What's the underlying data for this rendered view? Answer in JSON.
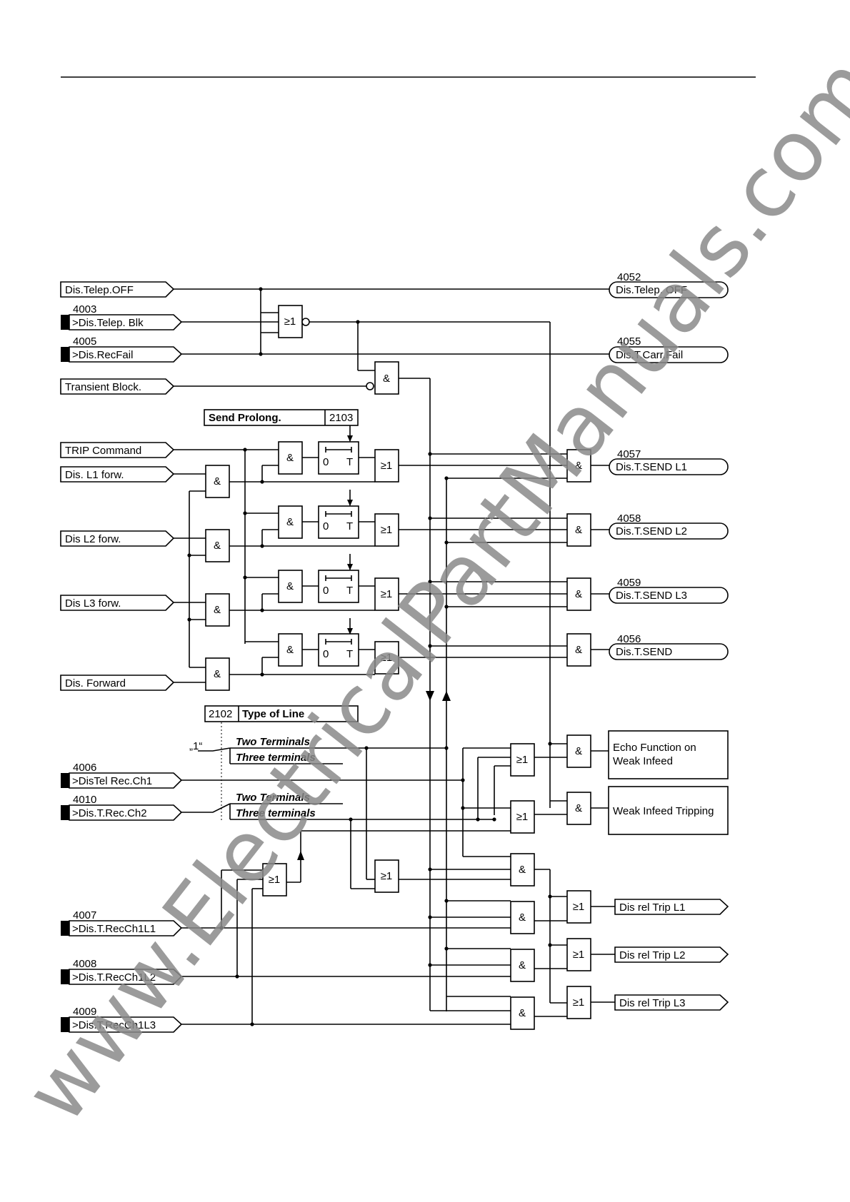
{
  "inputs": {
    "telep_off": {
      "label": "Dis.Telep.OFF"
    },
    "telep_blk": {
      "num": "4003",
      "label": ">Dis.Telep. Blk"
    },
    "recfail": {
      "num": "4005",
      "label": ">Dis.RecFail"
    },
    "transient": {
      "label": "Transient Block."
    },
    "trip_cmd": {
      "label": "TRIP Command"
    },
    "l1_forw": {
      "label": "Dis. L1 forw."
    },
    "l2_forw": {
      "label": "Dis L2 forw."
    },
    "l3_forw": {
      "label": "Dis L3 forw."
    },
    "forward": {
      "label": "Dis. Forward"
    },
    "rec_ch1": {
      "num": "4006",
      "label": ">DisTel Rec.Ch1"
    },
    "rec_ch2": {
      "num": "4010",
      "label": ">Dis.T.Rec.Ch2"
    },
    "rec_ch1l1": {
      "num": "4007",
      "label": ">Dis.T.RecCh1L1"
    },
    "rec_ch1l2": {
      "num": "4008",
      "label": ">Dis.T.RecCh1L2"
    },
    "rec_ch1l3": {
      "num": "4009",
      "label": ">Dis.T.RecCh1L3"
    }
  },
  "outputs": {
    "telep_off": {
      "num": "4052",
      "label": "Dis.Telep. OFF"
    },
    "carr_fail": {
      "num": "4055",
      "label": "Dis.T.Carr.Fail"
    },
    "send_l1": {
      "num": "4057",
      "label": "Dis.T.SEND L1"
    },
    "send_l2": {
      "num": "4058",
      "label": "Dis.T.SEND L2"
    },
    "send_l3": {
      "num": "4059",
      "label": "Dis.T.SEND L3"
    },
    "send": {
      "num": "4056",
      "label": "Dis.T.SEND"
    },
    "echo": {
      "line1": "Echo Function on",
      "line2": "Weak Infeed"
    },
    "weak_trip": {
      "label": "Weak Infeed Tripping"
    },
    "rel_trip_l1": {
      "label": "Dis rel Trip L1"
    },
    "rel_trip_l2": {
      "label": "Dis rel Trip L2"
    },
    "rel_trip_l3": {
      "label": "Dis rel Trip L3"
    }
  },
  "params": {
    "send_prolong": {
      "label": "Send Prolong.",
      "addr": "2103"
    },
    "type_of_line": {
      "addr": "2102",
      "label": "Type of Line"
    },
    "opt_two": "Two Terminals",
    "opt_three": "Three terminals",
    "one_label": "„1“"
  },
  "gates": {
    "and": "&",
    "or": "≥1",
    "timer_zero": "0",
    "timer_t": "T"
  },
  "watermark": "www.ElectricalPartManuals.com"
}
